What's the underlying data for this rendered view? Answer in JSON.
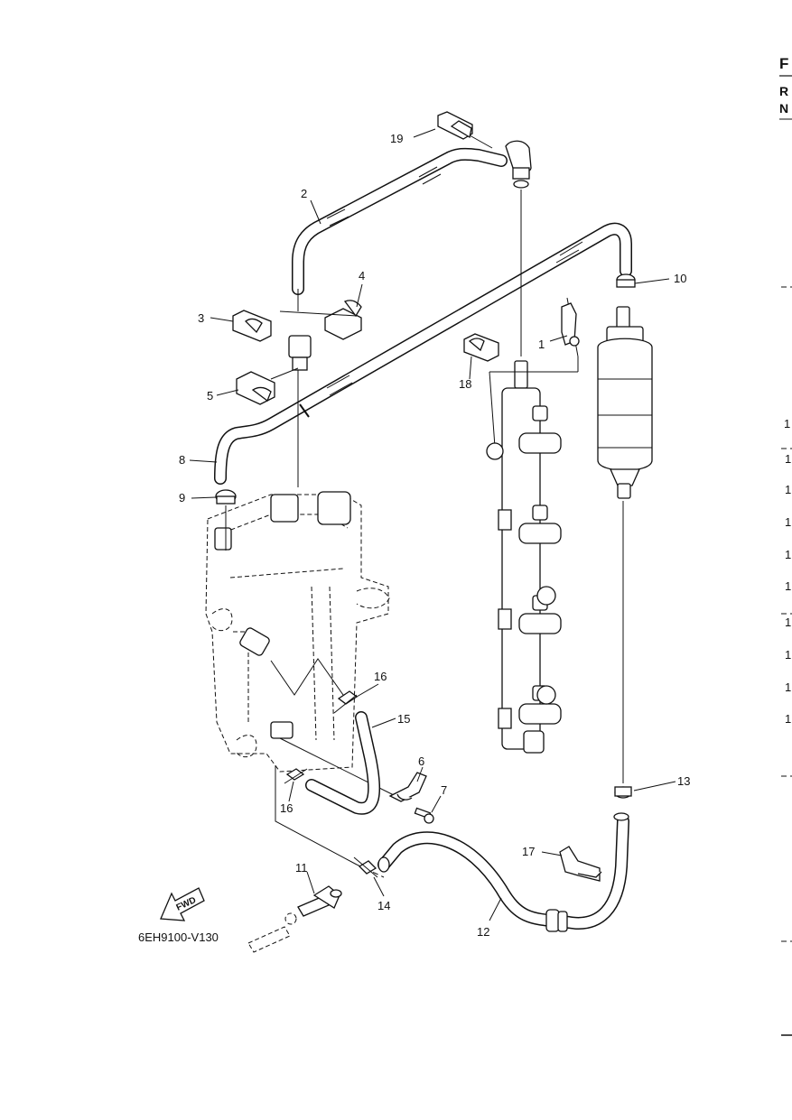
{
  "diagram_code": "6EH9100-V130",
  "fwd_label": "FWD",
  "part_labels": {
    "p1": "1",
    "p2": "2",
    "p3": "3",
    "p4": "4",
    "p5": "5",
    "p6": "6",
    "p7": "7",
    "p8": "8",
    "p9": "9",
    "p10": "10",
    "p11": "11",
    "p12": "12",
    "p13": "13",
    "p14": "14",
    "p15": "15",
    "p16a": "16",
    "p16b": "16",
    "p17": "17",
    "p18": "18",
    "p19": "19"
  },
  "edge_header": [
    "F",
    "R",
    "N"
  ],
  "edge_numbers": [
    "1",
    "1",
    "1",
    "1",
    "1",
    "1",
    "1",
    "1",
    "1",
    "1"
  ]
}
